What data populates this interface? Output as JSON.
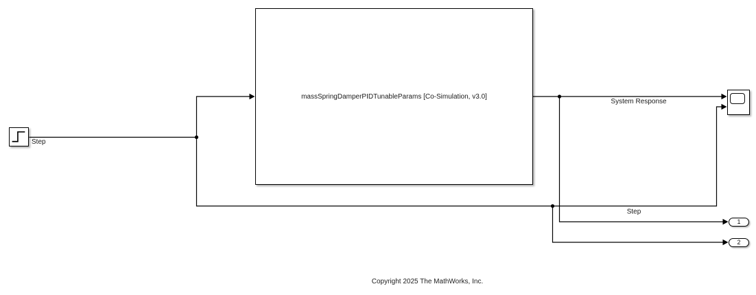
{
  "canvas": {
    "background_color": "#ffffff",
    "line_color": "#000000"
  },
  "blocks": {
    "step": {
      "label": "Step",
      "icon": "step-signal-icon"
    },
    "subsystem": {
      "label": "massSpringDamperPIDTunableParams [Co-Simulation, v3.0]"
    },
    "scope": {
      "icon": "scope-screen-icon"
    },
    "outport_1": {
      "label": "1"
    },
    "outport_2": {
      "label": "2"
    }
  },
  "signal_labels": {
    "system_response": "System Response",
    "step": "Step"
  },
  "annotations": {
    "copyright": "Copyright 2025 The MathWorks, Inc."
  }
}
